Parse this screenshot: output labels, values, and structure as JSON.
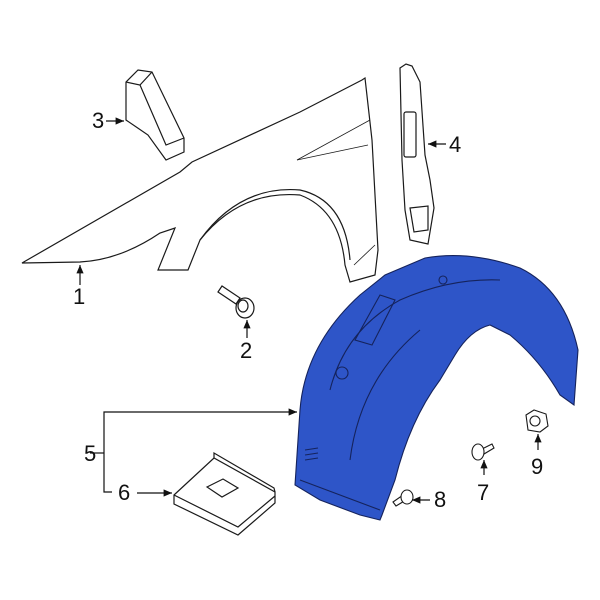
{
  "diagram": {
    "type": "exploded parts diagram",
    "subject": "front fender and fender liner assembly",
    "highlight_color": "#2E55C8",
    "line_color": "#1a1a1a",
    "parts": [
      {
        "number": "1",
        "name": "fender",
        "highlighted": false
      },
      {
        "number": "2",
        "name": "bolt",
        "highlighted": false
      },
      {
        "number": "3",
        "name": "insulator block",
        "highlighted": false
      },
      {
        "number": "4",
        "name": "fender bracket",
        "highlighted": false
      },
      {
        "number": "5",
        "name": "fender liner",
        "highlighted": true
      },
      {
        "number": "6",
        "name": "liner panel",
        "highlighted": false
      },
      {
        "number": "7",
        "name": "push clip",
        "highlighted": false
      },
      {
        "number": "8",
        "name": "push clip",
        "highlighted": false
      },
      {
        "number": "9",
        "name": "nut",
        "highlighted": false
      }
    ]
  }
}
